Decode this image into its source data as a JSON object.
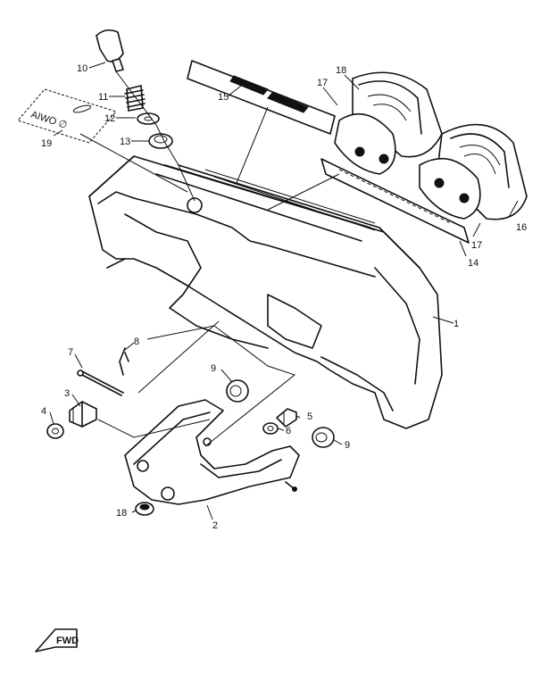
{
  "parts": {
    "p1": "1",
    "p2": "2",
    "p3": "3",
    "p4": "4",
    "p5": "5",
    "p6": "6",
    "p7": "7",
    "p8": "8",
    "p9a": "9",
    "p9b": "9",
    "p10": "10",
    "p11": "11",
    "p12": "12",
    "p13": "13",
    "p14": "14",
    "p15": "15",
    "p16": "16",
    "p17a": "17",
    "p17b": "17",
    "p18a": "18",
    "p18b": "18",
    "p19": "19"
  },
  "fwd_label": "FWD"
}
